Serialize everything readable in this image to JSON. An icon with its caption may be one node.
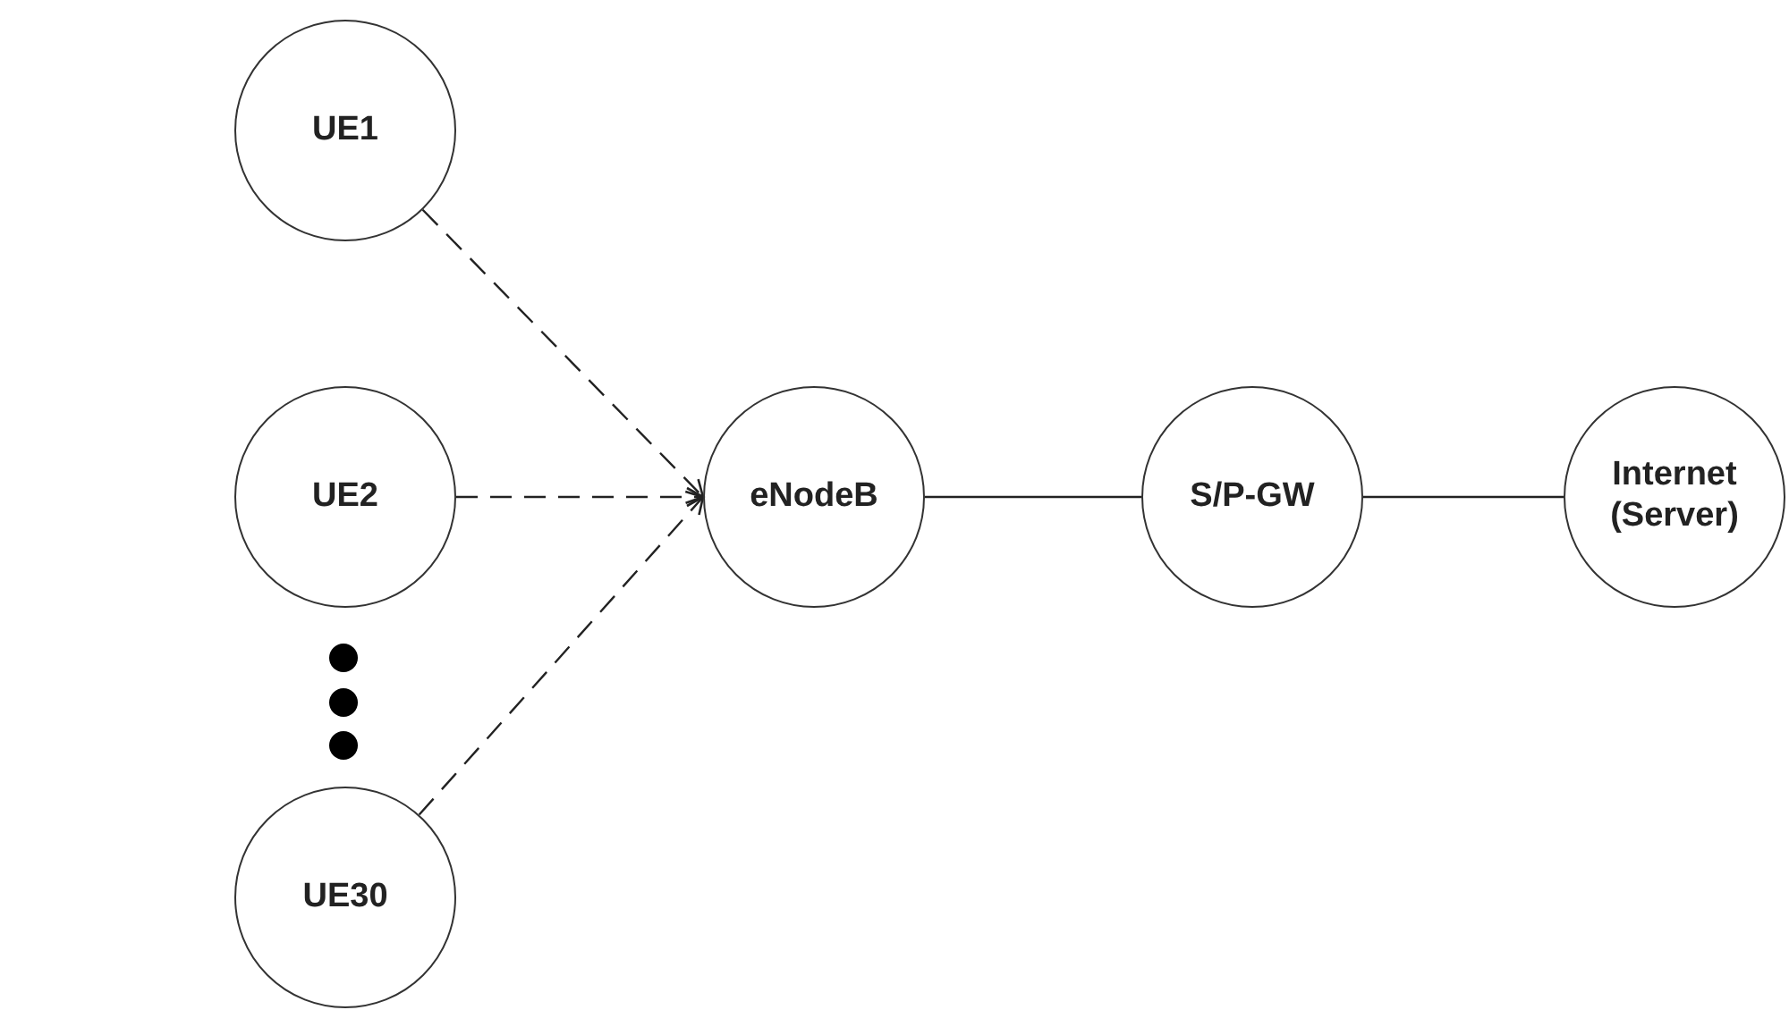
{
  "diagram": {
    "nodes": [
      {
        "text": [
          "UE1"
        ]
      },
      {
        "text": [
          "UE2"
        ]
      },
      {
        "text": [
          "UE30"
        ]
      },
      {
        "text": [
          "eNodeB"
        ]
      },
      {
        "text": [
          "S/P-GW"
        ]
      },
      {
        "text": [
          "Internet (Server)"
        ]
      }
    ],
    "edges": [
      {
        "from": 0,
        "to": 3,
        "arrow": "to",
        "style": "dashed"
      },
      {
        "from": 1,
        "to": 3,
        "arrow": "to",
        "style": "dashed"
      },
      {
        "from": 2,
        "to": 3,
        "arrow": "to",
        "style": "dashed"
      },
      {
        "from": 3,
        "to": 4,
        "arrow": "none"
      },
      {
        "from": 4,
        "to": 5,
        "arrow": "none"
      }
    ]
  }
}
